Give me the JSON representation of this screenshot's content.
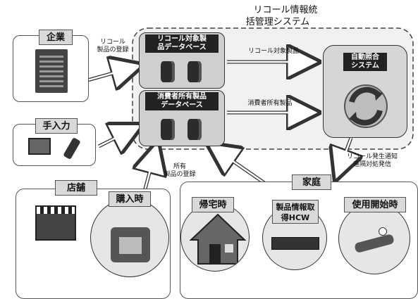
{
  "system": {
    "title_line1": "リコール情報統",
    "title_line2": "括管理システム"
  },
  "actors": {
    "company": "企業",
    "manual": "手入力",
    "store": "店舗",
    "home": "家庭"
  },
  "databases": {
    "recall_db_line1": "リコール対象製",
    "recall_db_line2": "品データベース",
    "consumer_db_line1": "消費者所有製品",
    "consumer_db_line2": "データベース"
  },
  "auto_match": {
    "line1": "自動照合",
    "line2": "システム"
  },
  "flows": {
    "recall_register_line1": "リコール",
    "recall_register_line2": "製品の登録",
    "recall_products": "リコール対象製品",
    "consumer_products": "消費者所有製品",
    "owned_register_line1": "所有",
    "owned_register_line2": "製品の登録",
    "notify_line1": "リコール発生通知",
    "notify_line2": "遠隔対処発信"
  },
  "events": {
    "purchase": "購入時",
    "return_home": "帰宅時",
    "hcw_line1": "製品情報取",
    "hcw_line2": "得HCW",
    "first_use": "使用開始時"
  }
}
